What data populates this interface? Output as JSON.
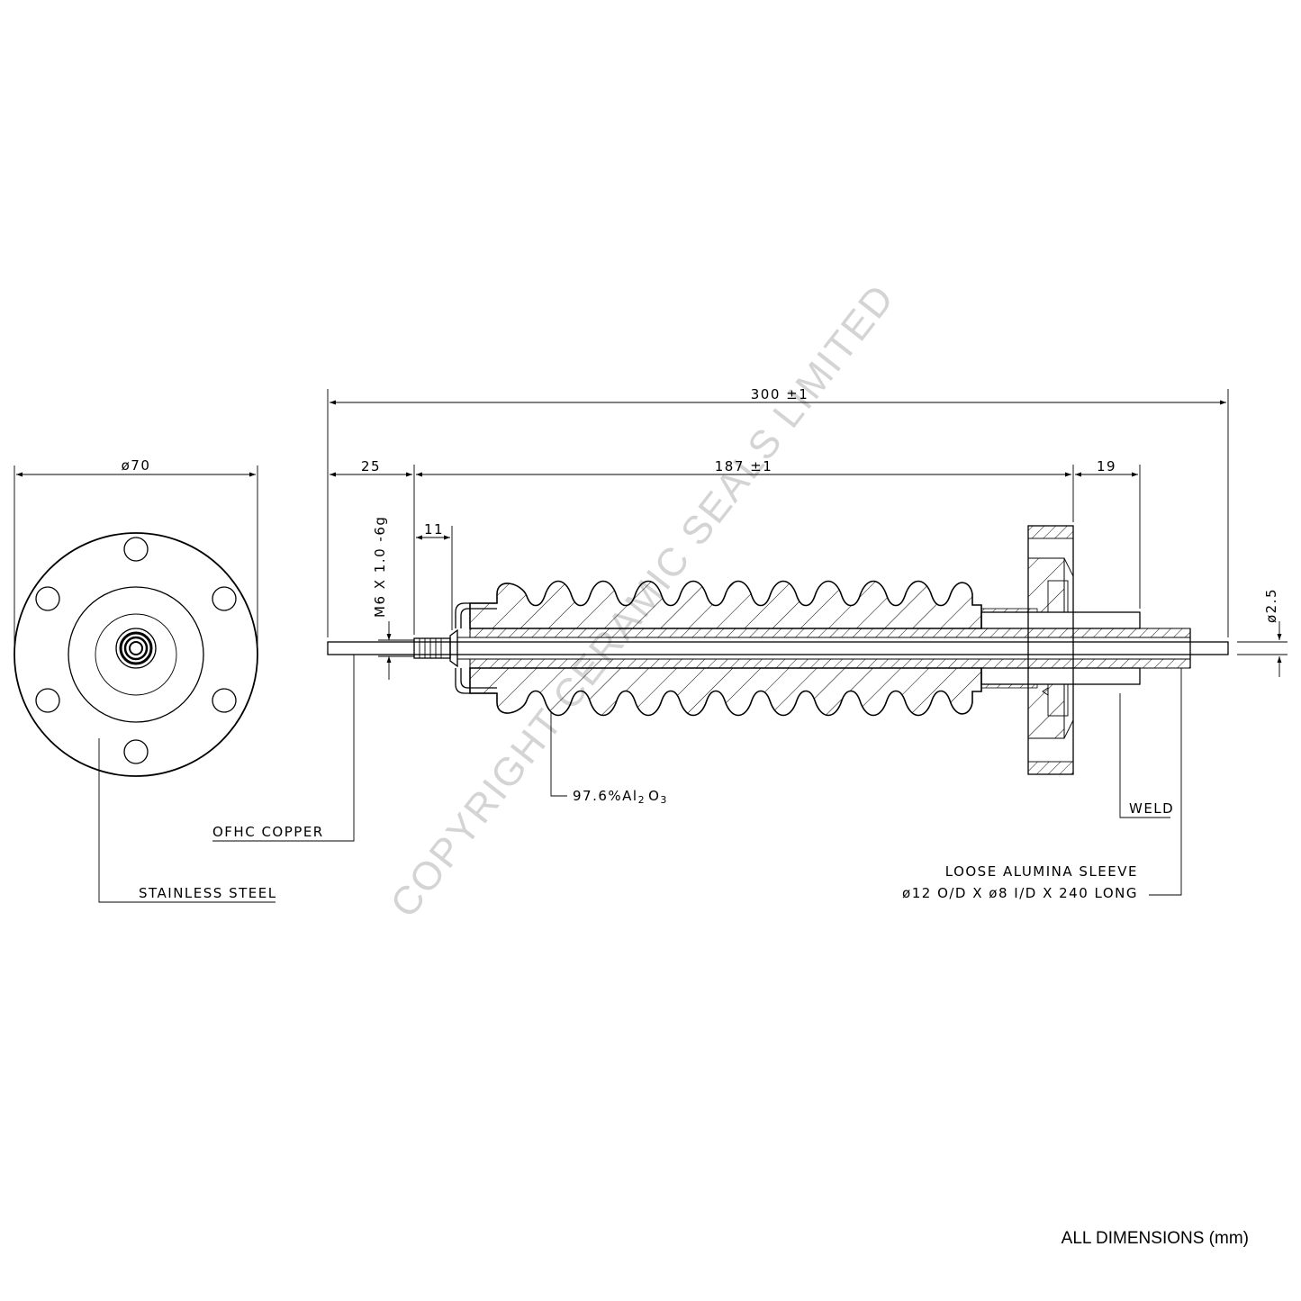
{
  "end_view": {
    "diameter_label": "ø70"
  },
  "side_view": {
    "overall_length_label": "300 ±1",
    "left_length_label": "25",
    "center_length_label": "187 ±1",
    "right_length_label": "19",
    "thread_length_label": "11",
    "thread_spec_label": "M6 X 1.0 -6g",
    "conductor_diameter_label": "ø2.5"
  },
  "callouts": {
    "ceramic_main": "97.6%Al",
    "ceramic_sub1": "2",
    "ceramic_mid": "O",
    "ceramic_sub2": "3",
    "ofhc_copper": "OFHC COPPER",
    "stainless_steel": "STAINLESS STEEL",
    "weld": "WELD",
    "sleeve_line1": "LOOSE ALUMINA SLEEVE",
    "sleeve_line2": "ø12 O/D X ø8 I/D X 240 LONG"
  },
  "watermark": "COPYRIGHT CERAMIC SEALS LIMITED",
  "footer": {
    "units_note": "ALL DIMENSIONS (mm)"
  }
}
